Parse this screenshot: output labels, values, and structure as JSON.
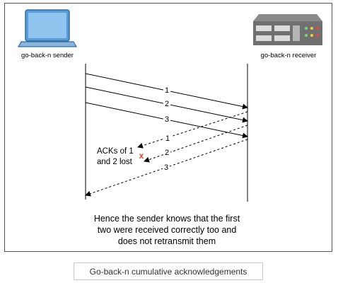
{
  "sender_label": "go-back-n sender",
  "receiver_label": "go-back-n receiver",
  "frames": [
    {
      "label": "1"
    },
    {
      "label": "2"
    },
    {
      "label": "3"
    }
  ],
  "acks": [
    {
      "label": "1"
    },
    {
      "label": "2"
    },
    {
      "label": "3"
    }
  ],
  "lost_note_line1": "ACKs of 1",
  "lost_note_line2": "and 2 lost",
  "lost_mark": "x",
  "lost_mark_color": "#e53935",
  "explanation": [
    "Hence the sender knows that the first",
    "two were received correctly too and",
    "does not retransmit them"
  ],
  "caption": "Go-back-n cumulative acknowledgements",
  "icons": {
    "sender": "laptop-icon",
    "receiver": "server-icon"
  }
}
